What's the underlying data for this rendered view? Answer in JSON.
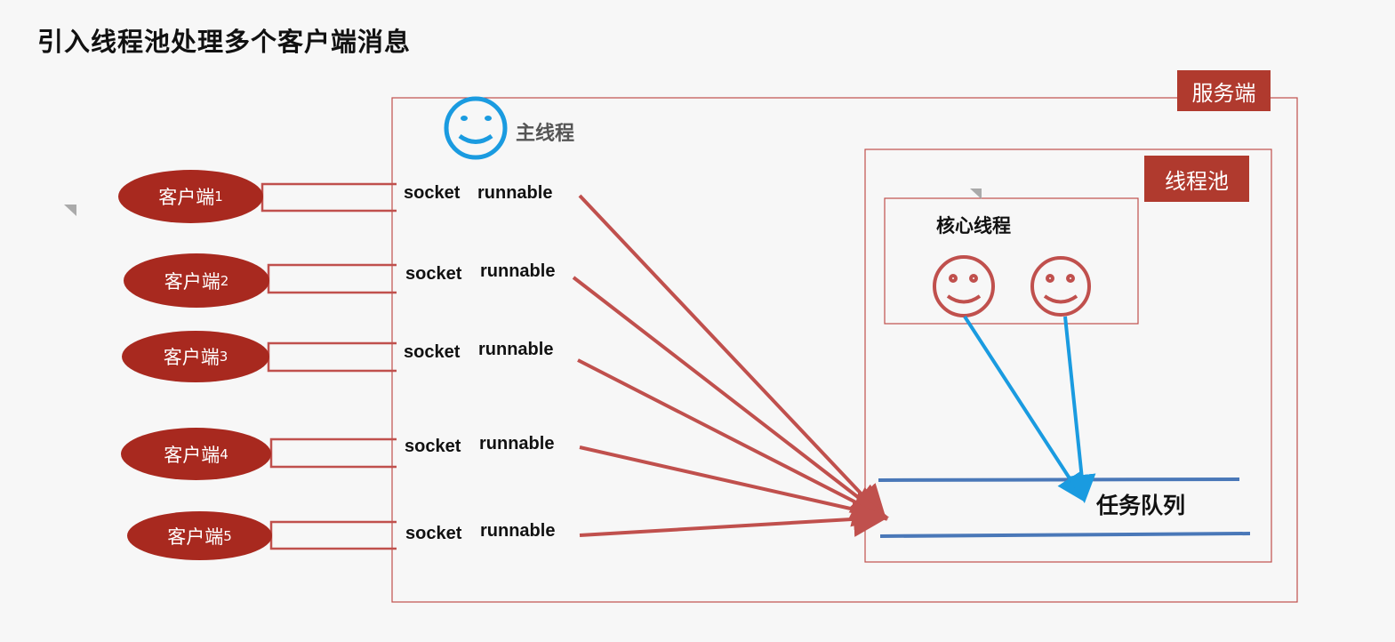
{
  "title": "引入线程池处理多个客户端消息",
  "server_label": "服务端",
  "thread_pool_label": "线程池",
  "main_thread_label": "主线程",
  "core_threads_label": "核心线程",
  "task_queue_label": "任务队列",
  "clients": [
    {
      "name": "客户端",
      "num": "1",
      "socket": "socket",
      "task": "runnable"
    },
    {
      "name": "客户端",
      "num": "2",
      "socket": "socket",
      "task": "runnable"
    },
    {
      "name": "客户端",
      "num": "3",
      "socket": "socket",
      "task": "runnable"
    },
    {
      "name": "客户端",
      "num": "4",
      "socket": "socket",
      "task": "runnable"
    },
    {
      "name": "客户端",
      "num": "5",
      "socket": "socket",
      "task": "runnable"
    }
  ],
  "colors": {
    "client_fill": "#a8291f",
    "tag_fill": "#b03a2e",
    "arrow_red": "#c0504d",
    "arrow_blue": "#1a9be0",
    "queue_line": "#4a78b8",
    "smiley_blue": "#1a9be0",
    "smiley_red": "#c0504d"
  },
  "icons": {
    "main_thread": "smiley-face-icon",
    "core_thread": "smiley-face-icon"
  }
}
